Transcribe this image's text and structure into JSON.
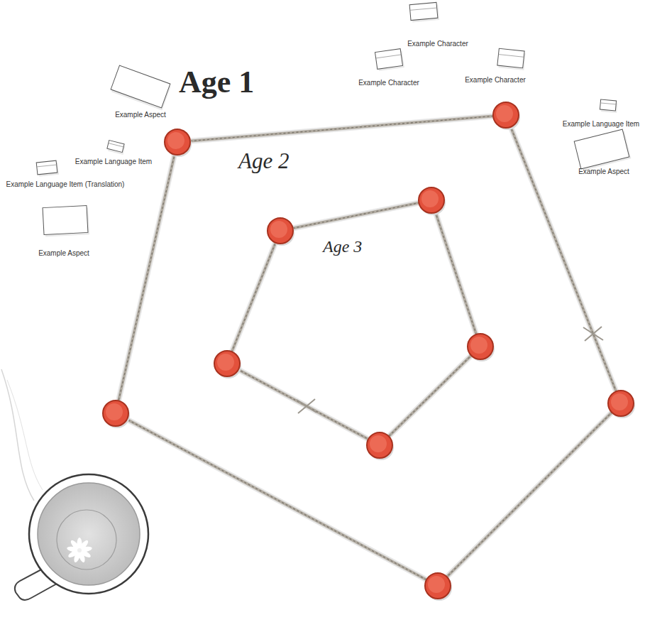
{
  "diagram": {
    "nodes": [
      {
        "text": [
          "Example Character"
        ]
      },
      {
        "text": [
          "Example Character"
        ]
      },
      {
        "text": [
          "Example Character"
        ]
      },
      {
        "text": [
          "Example Aspect"
        ]
      },
      {
        "text": [
          "Example Language Item"
        ]
      },
      {
        "text": [
          "Example Aspect"
        ]
      },
      {
        "text": [
          "Example Language Item"
        ]
      },
      {
        "text": [
          "Example Language Item (Translation)"
        ]
      },
      {
        "text": [
          "Example Aspect"
        ]
      },
      {
        "text": [
          "Age 2"
        ]
      },
      {
        "text": [
          "Age 3"
        ],
        "in": 9
      }
    ],
    "labels": [
      "Age 1"
    ]
  }
}
